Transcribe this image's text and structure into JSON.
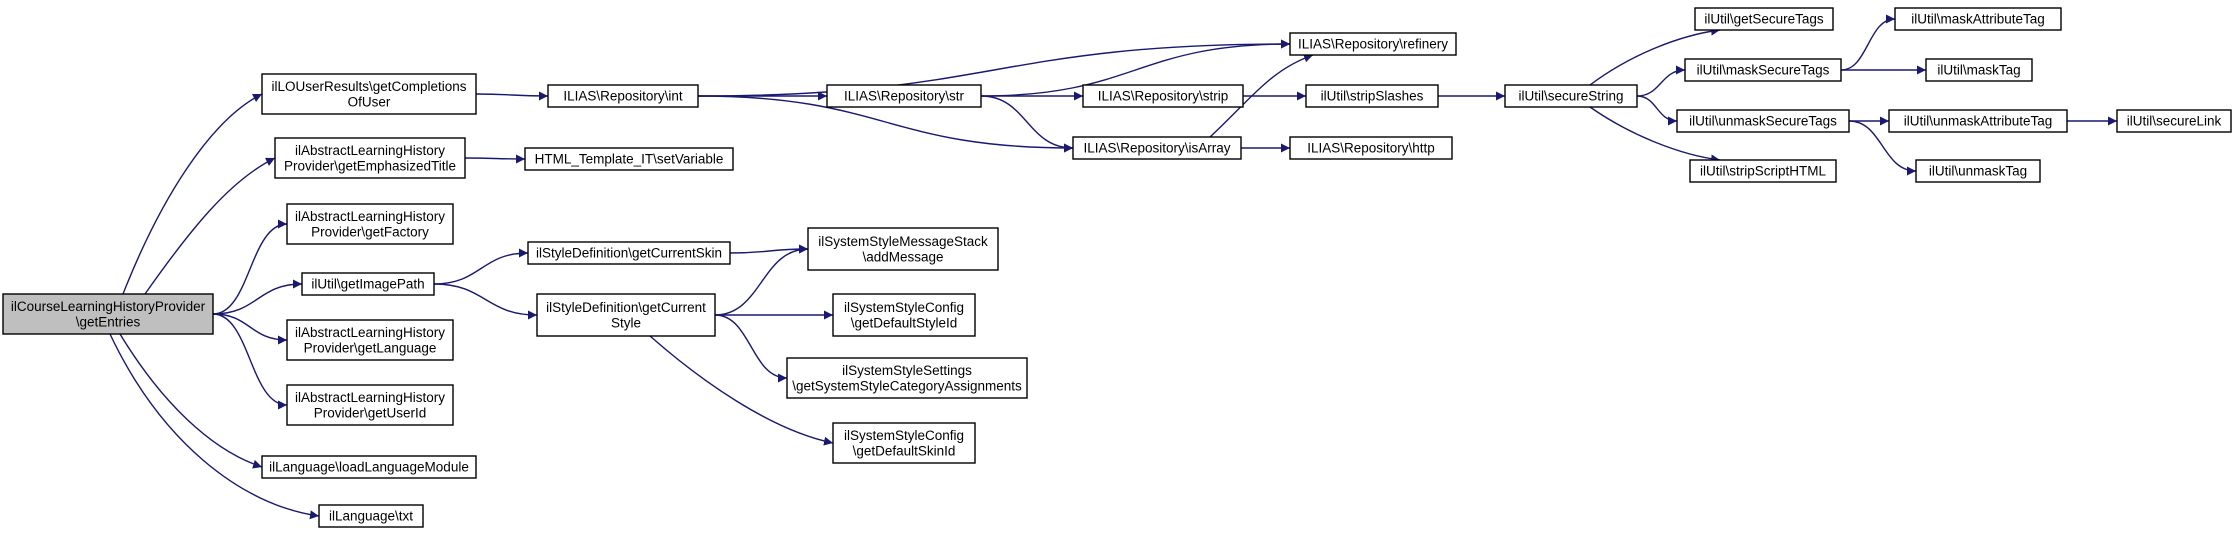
{
  "graph": {
    "edge_color": "#191970",
    "root_fill": "#bfbfbf",
    "nodes": [
      {
        "id": "root",
        "lines": [
          "ilCourseLearningHistoryProvider",
          "\\getEntries"
        ],
        "root": true
      },
      {
        "id": "getCompletions",
        "lines": [
          "ilLOUserResults\\getCompletions",
          "OfUser"
        ]
      },
      {
        "id": "getEmphasized",
        "lines": [
          "ilAbstractLearningHistory",
          "Provider\\getEmphasizedTitle"
        ]
      },
      {
        "id": "getFactory",
        "lines": [
          "ilAbstractLearningHistory",
          "Provider\\getFactory"
        ]
      },
      {
        "id": "getImagePath",
        "lines": [
          "ilUtil\\getImagePath"
        ]
      },
      {
        "id": "getLanguage",
        "lines": [
          "ilAbstractLearningHistory",
          "Provider\\getLanguage"
        ]
      },
      {
        "id": "getUserId",
        "lines": [
          "ilAbstractLearningHistory",
          "Provider\\getUserId"
        ]
      },
      {
        "id": "loadLanguageModule",
        "lines": [
          "ilLanguage\\loadLanguageModule"
        ]
      },
      {
        "id": "txt",
        "lines": [
          "ilLanguage\\txt"
        ]
      },
      {
        "id": "repoInt",
        "lines": [
          "ILIAS\\Repository\\int"
        ]
      },
      {
        "id": "setVariable",
        "lines": [
          "HTML_Template_IT\\setVariable"
        ]
      },
      {
        "id": "getCurrentSkin",
        "lines": [
          "ilStyleDefinition\\getCurrentSkin"
        ]
      },
      {
        "id": "getCurrentStyle",
        "lines": [
          "ilStyleDefinition\\getCurrent",
          "Style"
        ]
      },
      {
        "id": "repoStr",
        "lines": [
          "ILIAS\\Repository\\str"
        ]
      },
      {
        "id": "addMessage",
        "lines": [
          "ilSystemStyleMessageStack",
          "\\addMessage"
        ]
      },
      {
        "id": "getDefaultStyleId",
        "lines": [
          "ilSystemStyleConfig",
          "\\getDefaultStyleId"
        ]
      },
      {
        "id": "getSysStyleCat",
        "lines": [
          "ilSystemStyleSettings",
          "\\getSystemStyleCategoryAssignments"
        ]
      },
      {
        "id": "getDefaultSkinId",
        "lines": [
          "ilSystemStyleConfig",
          "\\getDefaultSkinId"
        ]
      },
      {
        "id": "repoStrip",
        "lines": [
          "ILIAS\\Repository\\strip"
        ]
      },
      {
        "id": "repoIsArray",
        "lines": [
          "ILIAS\\Repository\\isArray"
        ]
      },
      {
        "id": "repoRefinery",
        "lines": [
          "ILIAS\\Repository\\refinery"
        ]
      },
      {
        "id": "stripSlashes",
        "lines": [
          "ilUtil\\stripSlashes"
        ]
      },
      {
        "id": "repoHttp",
        "lines": [
          "ILIAS\\Repository\\http"
        ]
      },
      {
        "id": "secureString",
        "lines": [
          "ilUtil\\secureString"
        ]
      },
      {
        "id": "getSecureTags",
        "lines": [
          "ilUtil\\getSecureTags"
        ]
      },
      {
        "id": "maskSecureTags",
        "lines": [
          "ilUtil\\maskSecureTags"
        ]
      },
      {
        "id": "unmaskSecureTags",
        "lines": [
          "ilUtil\\unmaskSecureTags"
        ]
      },
      {
        "id": "stripScriptHTML",
        "lines": [
          "ilUtil\\stripScriptHTML"
        ]
      },
      {
        "id": "maskAttributeTag",
        "lines": [
          "ilUtil\\maskAttributeTag"
        ]
      },
      {
        "id": "maskTag",
        "lines": [
          "ilUtil\\maskTag"
        ]
      },
      {
        "id": "unmaskAttributeTag",
        "lines": [
          "ilUtil\\unmaskAttributeTag"
        ]
      },
      {
        "id": "unmaskTag",
        "lines": [
          "ilUtil\\unmaskTag"
        ]
      },
      {
        "id": "secureLink",
        "lines": [
          "ilUtil\\secureLink"
        ]
      }
    ],
    "edges": [
      [
        "root",
        "getCompletions"
      ],
      [
        "root",
        "getEmphasized"
      ],
      [
        "root",
        "getFactory"
      ],
      [
        "root",
        "getImagePath"
      ],
      [
        "root",
        "getLanguage"
      ],
      [
        "root",
        "getUserId"
      ],
      [
        "root",
        "loadLanguageModule"
      ],
      [
        "root",
        "txt"
      ],
      [
        "getCompletions",
        "repoInt"
      ],
      [
        "getEmphasized",
        "setVariable"
      ],
      [
        "getImagePath",
        "getCurrentSkin"
      ],
      [
        "getImagePath",
        "getCurrentStyle"
      ],
      [
        "getCurrentSkin",
        "addMessage"
      ],
      [
        "getCurrentStyle",
        "addMessage"
      ],
      [
        "getCurrentStyle",
        "getDefaultStyleId"
      ],
      [
        "getCurrentStyle",
        "getSysStyleCat"
      ],
      [
        "getCurrentStyle",
        "getDefaultSkinId"
      ],
      [
        "repoInt",
        "repoRefinery"
      ],
      [
        "repoInt",
        "repoStr"
      ],
      [
        "repoInt",
        "repoIsArray"
      ],
      [
        "repoStr",
        "repoRefinery"
      ],
      [
        "repoStr",
        "repoStrip"
      ],
      [
        "repoStr",
        "repoIsArray"
      ],
      [
        "repoStrip",
        "stripSlashes"
      ],
      [
        "repoIsArray",
        "repoRefinery"
      ],
      [
        "repoIsArray",
        "repoHttp"
      ],
      [
        "stripSlashes",
        "secureString"
      ],
      [
        "secureString",
        "getSecureTags"
      ],
      [
        "secureString",
        "maskSecureTags"
      ],
      [
        "secureString",
        "unmaskSecureTags"
      ],
      [
        "secureString",
        "stripScriptHTML"
      ],
      [
        "maskSecureTags",
        "maskAttributeTag"
      ],
      [
        "maskSecureTags",
        "maskTag"
      ],
      [
        "unmaskSecureTags",
        "unmaskAttributeTag"
      ],
      [
        "unmaskSecureTags",
        "unmaskTag"
      ],
      [
        "unmaskAttributeTag",
        "secureLink"
      ]
    ]
  }
}
